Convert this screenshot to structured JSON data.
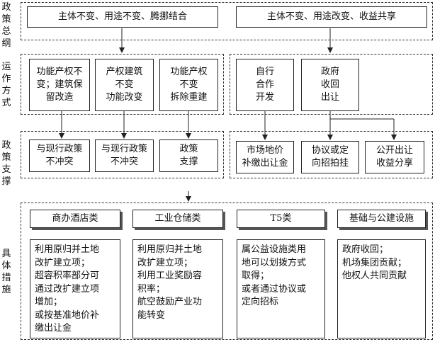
{
  "rows": {
    "policy_general": "政策总纲",
    "operation_mode": "运作方式",
    "policy_support": "政策支撑",
    "specific_measures": "具体措施"
  },
  "general": {
    "left": "主体不变、用途不变、腾挪结合",
    "right": "主体不变、用途改变、收益共享"
  },
  "modes": {
    "m1": [
      "功能产权不",
      "变；建筑保",
      "留改造"
    ],
    "m2": [
      "产权建筑",
      "不变",
      "功能改变"
    ],
    "m3": [
      "功能产权",
      "不变",
      "拆除重建"
    ],
    "m4": [
      "自行",
      "合作",
      "开发"
    ],
    "m5": [
      "政府",
      "收回",
      "出让"
    ]
  },
  "support": {
    "s1": [
      "与现行政策",
      "不冲突"
    ],
    "s2": [
      "与现行政策",
      "不冲突"
    ],
    "s3": [
      "政策",
      "支撑"
    ],
    "s4": [
      "市场地价",
      "补缴出让金"
    ],
    "s5": [
      "协议或定",
      "向招拍挂"
    ],
    "s6": [
      "公开出让",
      "收益分享"
    ]
  },
  "categories": {
    "c1": "商办酒店类",
    "c2": "工业仓储类",
    "c3": "T5类",
    "c4": "基础与公建设施"
  },
  "measures": {
    "p1": [
      "利用原归并土地",
      "改扩建立项；",
      "超容积率部分可",
      "通过改扩建立项",
      "增加；",
      "或按基准地价补",
      "缴出让金"
    ],
    "p2": [
      "利用原归并土地",
      "改扩建立项；",
      "利用工业奖励容",
      "积率；",
      "航空鼓励产业功",
      "能转变"
    ],
    "p3": [
      "属公益设施类用",
      "地可以划拨方式",
      "取得；",
      "或者通过协议或",
      "定向招标"
    ],
    "p4": [
      "政府收回；",
      "机场集团贡献；",
      "他权人共同贡献"
    ]
  }
}
